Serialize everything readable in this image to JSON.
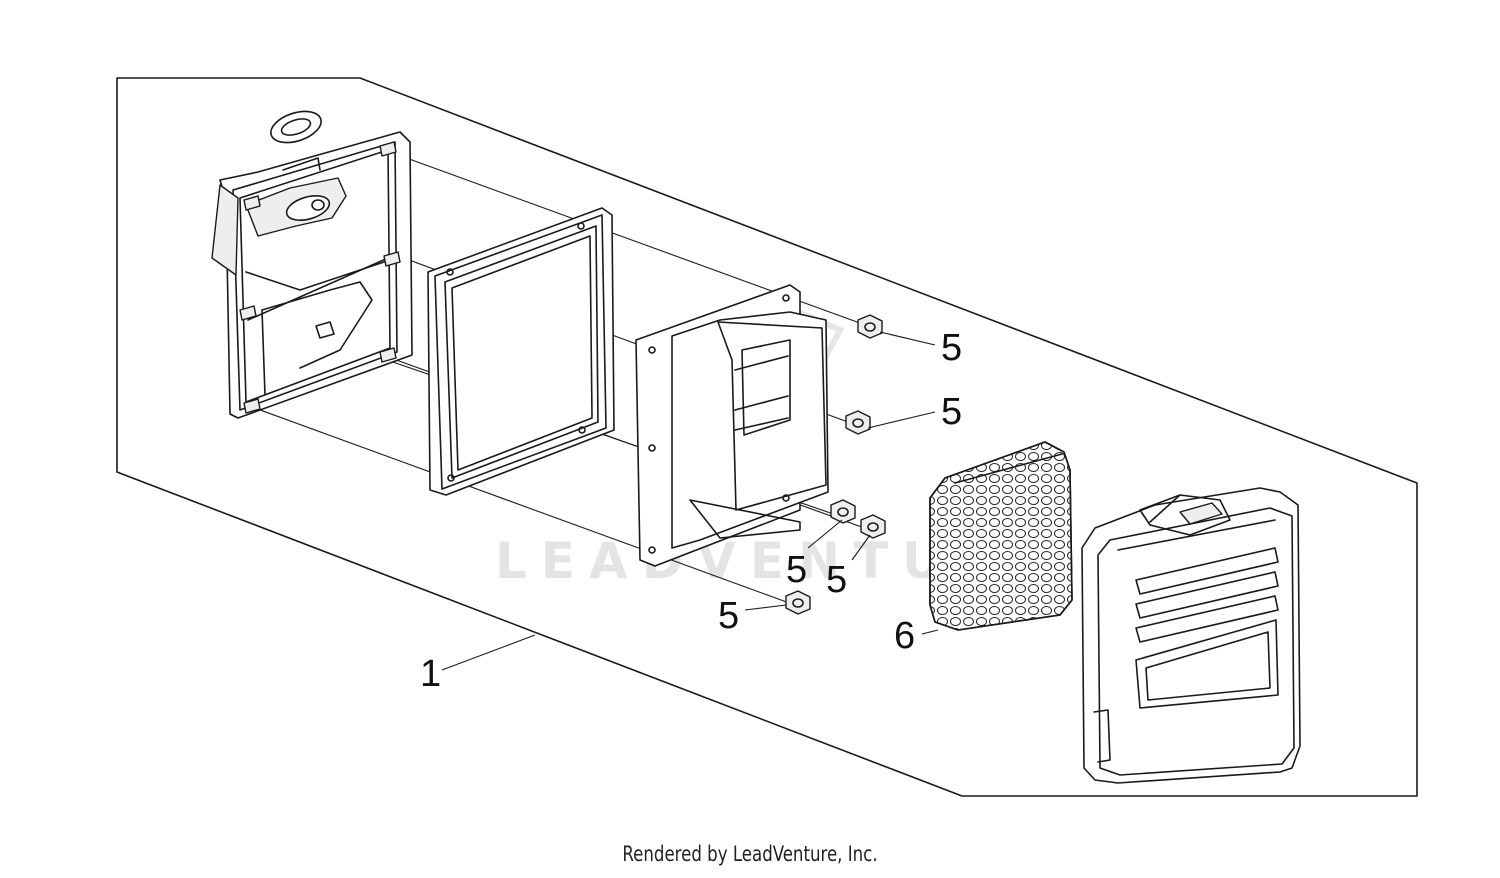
{
  "watermark": "LEADVENTURE",
  "callouts": {
    "c1": "1",
    "c5a": "5",
    "c5b": "5",
    "c5c": "5",
    "c5d": "5",
    "c5e": "5",
    "c6": "6"
  },
  "footer": "Rendered by LeadVenture, Inc."
}
